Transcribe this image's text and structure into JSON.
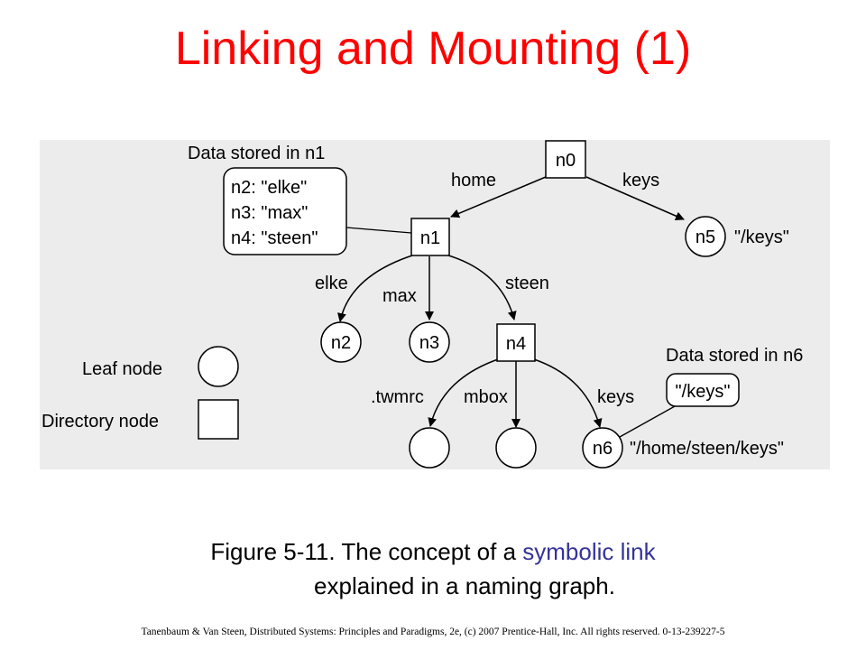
{
  "slide": {
    "title": "Linking and Mounting (1)",
    "caption_part1": "Figure 5-11. The concept of a ",
    "caption_highlight": "symbolic link",
    "caption_line2": "explained in a naming graph.",
    "footer": "Tanenbaum & Van Steen, Distributed Systems: Principles and Paradigms, 2e, (c) 2007 Prentice-Hall, Inc. All rights reserved. 0-13-239227-5",
    "highlight_color": "#333399",
    "title_color": "#ff0000"
  },
  "diagram": {
    "nodes": {
      "n0": "n0",
      "n1": "n1",
      "n2": "n2",
      "n3": "n3",
      "n4": "n4",
      "n5": "n5",
      "n6": "n6"
    },
    "edges": {
      "home": "home",
      "keys_root": "keys",
      "elke": "elke",
      "max": "max",
      "steen": "steen",
      "twmrc": ".twmrc",
      "mbox": "mbox",
      "keys_n4": "keys"
    },
    "n1_box": {
      "title": "Data stored in n1",
      "lines": [
        "n2: \"elke\"",
        "n3: \"max\"",
        "n4: \"steen\""
      ]
    },
    "n6_box": {
      "title": "Data stored in n6",
      "value": "\"/keys\""
    },
    "n5_path": "\"/keys\"",
    "n6_path": "\"/home/steen/keys\"",
    "legend": {
      "leaf": "Leaf node",
      "directory": "Directory node"
    }
  }
}
